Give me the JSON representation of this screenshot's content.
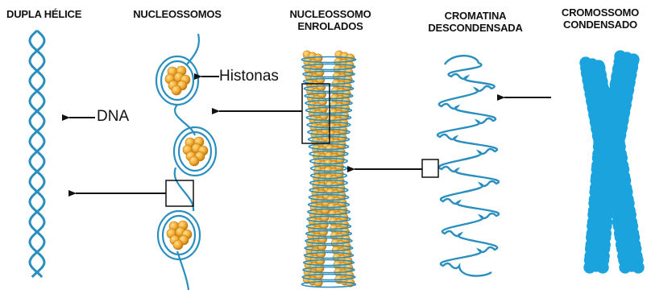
{
  "headers": {
    "double_helix": "DUPLA HÉLICE",
    "nucleosomes": "NUCLEOSSOMOS",
    "coiled_line1": "NUCLEOSSOMO",
    "coiled_line2": "ENROLADOS",
    "decondensed_line1": "CROMATINA",
    "decondensed_line2": "DESCONDENSADA",
    "condensed_line1": "CROMOSSOMO",
    "condensed_line2": "CONDENSADO"
  },
  "labels": {
    "histones": "Histonas",
    "dna": "DNA"
  },
  "colors": {
    "dna_strand": "#2a8fbf",
    "histone": "#f0a830",
    "histone_dark": "#c47a10",
    "chromosome": "#1aa3dc",
    "arrow": "#111111"
  }
}
